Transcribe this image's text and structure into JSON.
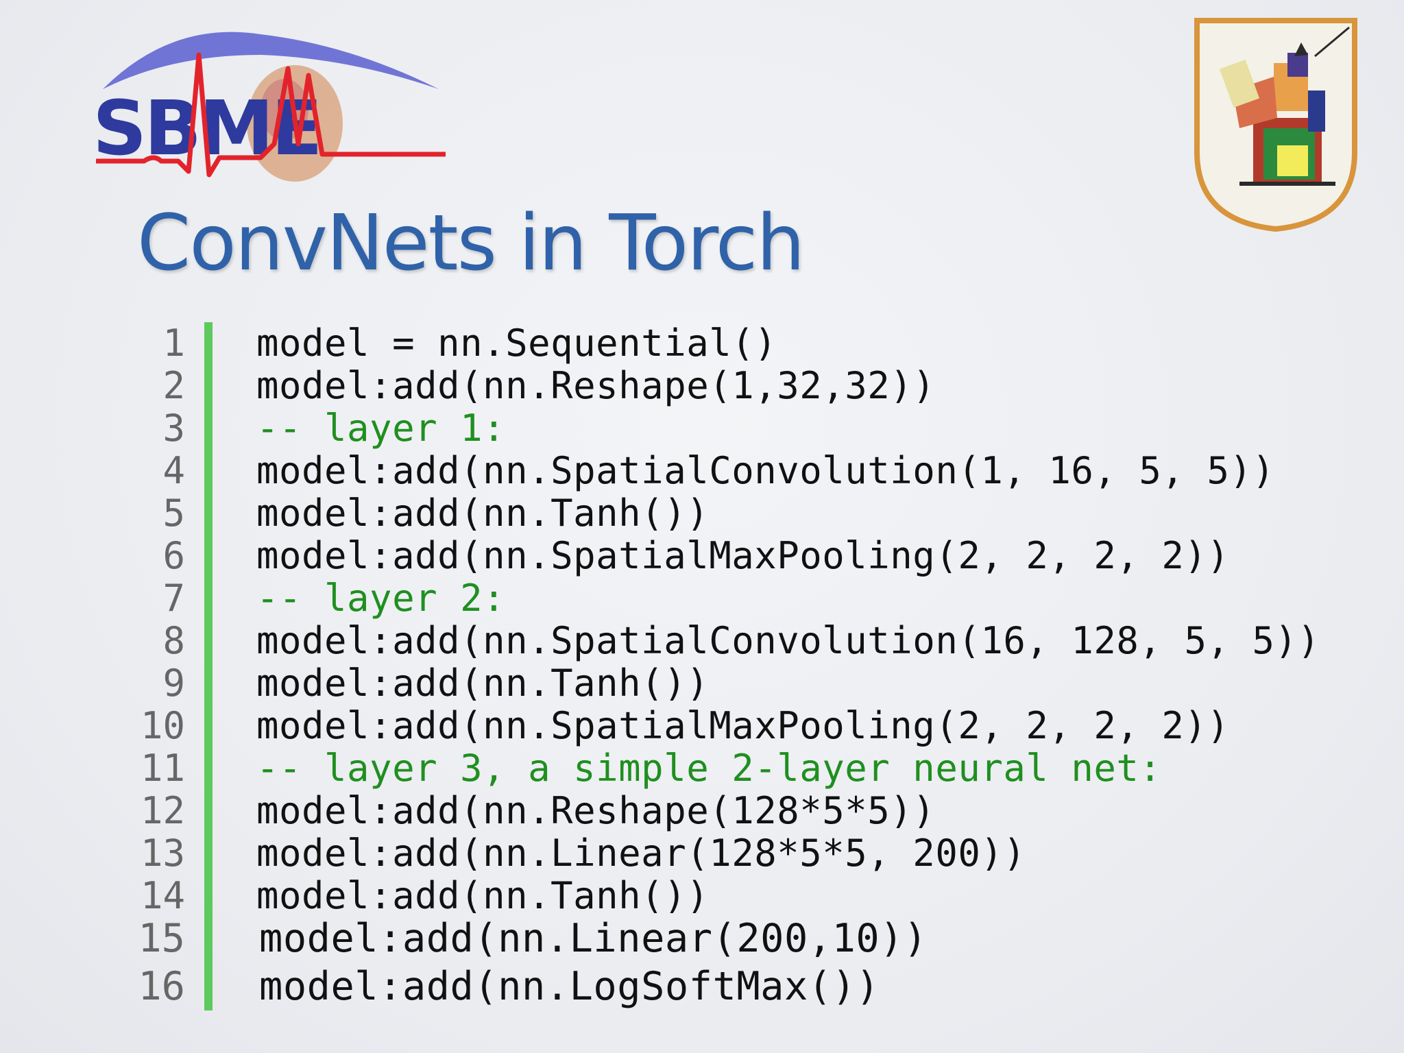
{
  "title": "ConvNets in Torch",
  "logos": {
    "left": {
      "icon": "sbme-logo",
      "text": "SBME"
    },
    "right": {
      "icon": "cairo-university-crest"
    }
  },
  "code": {
    "lines": [
      {
        "num": "1",
        "text": "model = nn.Sequential()",
        "kind": "code"
      },
      {
        "num": "2",
        "text": "model:add(nn.Reshape(1,32,32))",
        "kind": "code"
      },
      {
        "num": "3",
        "text": "-- layer 1:",
        "kind": "comment"
      },
      {
        "num": "4",
        "text": "model:add(nn.SpatialConvolution(1, 16, 5, 5))",
        "kind": "code"
      },
      {
        "num": "5",
        "text": "model:add(nn.Tanh())",
        "kind": "code"
      },
      {
        "num": "6",
        "text": "model:add(nn.SpatialMaxPooling(2, 2, 2, 2))",
        "kind": "code"
      },
      {
        "num": "7",
        "text": "-- layer 2:",
        "kind": "comment"
      },
      {
        "num": "8",
        "text": "model:add(nn.SpatialConvolution(16, 128, 5, 5))",
        "kind": "code"
      },
      {
        "num": "9",
        "text": "model:add(nn.Tanh())",
        "kind": "code"
      },
      {
        "num": "10",
        "text": "model:add(nn.SpatialMaxPooling(2, 2, 2, 2))",
        "kind": "code"
      },
      {
        "num": "11",
        "text": "-- layer 3, a simple 2-layer neural net:",
        "kind": "comment"
      },
      {
        "num": "12",
        "text": "model:add(nn.Reshape(128*5*5))",
        "kind": "code"
      },
      {
        "num": "13",
        "text": "model:add(nn.Linear(128*5*5, 200))",
        "kind": "code"
      },
      {
        "num": "14",
        "text": "model:add(nn.Tanh())",
        "kind": "code"
      },
      {
        "num": "15",
        "text": "model:add(nn.Linear(200,10))",
        "kind": "code"
      },
      {
        "num": "16",
        "text": "model:add(nn.LogSoftMax())",
        "kind": "code"
      }
    ]
  },
  "colors": {
    "title": "#2f62a8",
    "comment": "#1f8f1f",
    "gutter": "#5ec95e",
    "code": "#111111",
    "line_number": "#666666"
  }
}
